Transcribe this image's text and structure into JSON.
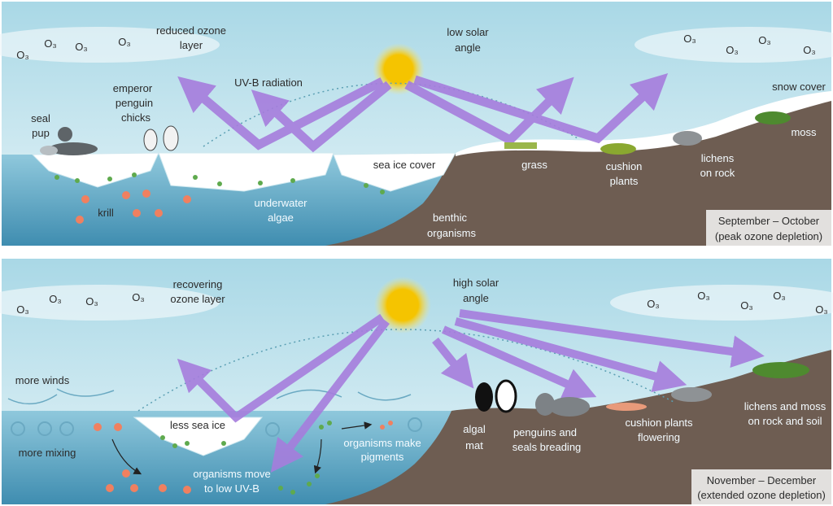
{
  "ozone_symbol": "O₃",
  "colors": {
    "uv_arrow": "#a67ddd",
    "sun": "#f5c400",
    "land": "#6e5d52",
    "sea": "#5fa6c2"
  },
  "panel_top": {
    "ozone_label": [
      "reduced ozone",
      "layer"
    ],
    "sun_label": [
      "low solar",
      "angle"
    ],
    "uv_label": "UV-B radiation",
    "penguin_label": [
      "emperor",
      "penguin",
      "chicks"
    ],
    "seal_label": [
      "seal",
      "pup"
    ],
    "ice_label": "sea ice cover",
    "grass_label": "grass",
    "cushion_label": [
      "cushion",
      "plants"
    ],
    "lichens_label": [
      "lichens",
      "on rock"
    ],
    "moss_label": "moss",
    "snow_label": "snow cover",
    "krill_label": "krill",
    "algae_label": [
      "underwater",
      "algae"
    ],
    "benthic_label": [
      "benthic",
      "organisms"
    ],
    "season": [
      "September – October",
      "(peak ozone depletion)"
    ]
  },
  "panel_bottom": {
    "ozone_label": [
      "recovering",
      "ozone layer"
    ],
    "sun_label": [
      "high solar",
      "angle"
    ],
    "winds_label": "more winds",
    "mixing_label": "more mixing",
    "ice_label": "less sea ice",
    "pigments_label": [
      "organisms make",
      "pigments"
    ],
    "move_label": [
      "organisms move",
      "to low UV-B"
    ],
    "algal_label": [
      "algal",
      "mat"
    ],
    "breeding_label": [
      "penguins and",
      "seals breading"
    ],
    "cushion_label": [
      "cushion plants",
      "flowering"
    ],
    "lichens_label": [
      "lichens and moss",
      "on rock and soil"
    ],
    "season": [
      "November – December",
      "(extended ozone depletion)"
    ]
  }
}
